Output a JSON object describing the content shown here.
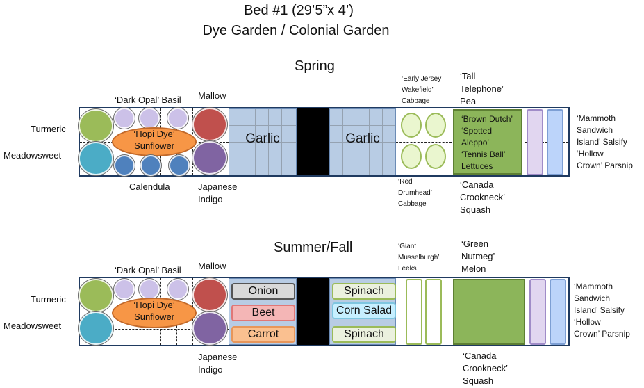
{
  "header": {
    "title_line1": "Bed #1 (29’5”x 4’)",
    "title_line2": "Dye Garden / Colonial Garden"
  },
  "spring": {
    "season_label": "Spring",
    "labels": {
      "turmeric": "Turmeric",
      "meadowsweet": "Meadowsweet",
      "dark_opal_basil": "‘Dark Opal’ Basil",
      "mallow": "Mallow",
      "hopi_dye_line1": "‘Hopi Dye’",
      "hopi_dye_line2": "Sunflower",
      "calendula": "Calendula",
      "japanese_indigo_line1": "Japanese",
      "japanese_indigo_line2": "Indigo",
      "garlic_left": "Garlic",
      "garlic_right": "Garlic",
      "early_jersey_line1": "‘Early Jersey",
      "early_jersey_line2": "Wakefield’",
      "early_jersey_line3": "Cabbage",
      "red_drumhead_line1": "‘Red",
      "red_drumhead_line2": "Drumhead’",
      "red_drumhead_line3": "Cabbage",
      "tall_telephone_line1": "‘Tall",
      "tall_telephone_line2": "Telephone’",
      "tall_telephone_line3": "Pea",
      "lettuce_line1": "‘Brown Dutch’",
      "lettuce_line2": "‘Spotted",
      "lettuce_line3": "Aleppo’",
      "lettuce_line4": "‘Tennis Ball’",
      "lettuce_line5": "Lettuces",
      "squash_line1": "‘Canada",
      "squash_line2": "Crookneck’",
      "squash_line3": "Squash",
      "salsify_line1": "‘Mammoth",
      "salsify_line2": "Sandwich",
      "salsify_line3": "Island’ Salsify",
      "parsnip_line1": "‘Hollow",
      "parsnip_line2": "Crown’ Parsnip"
    }
  },
  "summer": {
    "season_label": "Summer/Fall",
    "labels": {
      "turmeric": "Turmeric",
      "meadowsweet": "Meadowsweet",
      "dark_opal_basil": "‘Dark Opal’ Basil",
      "mallow": "Mallow",
      "hopi_dye_line1": "‘Hopi Dye’",
      "hopi_dye_line2": "Sunflower",
      "japanese_indigo_line1": "Japanese",
      "japanese_indigo_line2": "Indigo",
      "onion": "Onion",
      "beet": "Beet",
      "carrot": "Carrot",
      "spinach_top": "Spinach",
      "corn_salad": "Corn Salad",
      "spinach_bottom": "Spinach",
      "leeks_line1": "‘Giant",
      "leeks_line2": "Musselburgh’",
      "leeks_line3": "Leeks",
      "melon_line1": "‘Green",
      "melon_line2": "Nutmeg’",
      "melon_line3": "Melon",
      "squash_line1": "‘Canada",
      "squash_line2": "Crookneck’",
      "squash_line3": "Squash",
      "salsify_line1": "‘Mammoth",
      "salsify_line2": "Sandwich",
      "salsify_line3": "Island’ Salsify",
      "parsnip_line1": "‘Hollow",
      "parsnip_line2": "Crown’ Parsnip"
    }
  },
  "colors": {
    "turmeric_green": "#9bbb59",
    "meadowsweet_teal": "#4bacc6",
    "basil_lavender": "#ccc1e8",
    "mallow_red": "#c0504d",
    "indigo_purple": "#8064a2",
    "calendula_blue": "#4f81bd",
    "sunflower_orange": "#f79646",
    "garlic_blue": "#b8cce4",
    "onion_gray": "#d9d9d9",
    "beet_pink": "#f4b6b6",
    "carrot_peach": "#fac090",
    "spinach_green": "#ebf1de",
    "corn_salad_blue": "#c6efff",
    "lettuce_green": "#8cb55a",
    "salsify_purple": "#e1d6f0",
    "parsnip_blue": "#bcd4fa"
  }
}
